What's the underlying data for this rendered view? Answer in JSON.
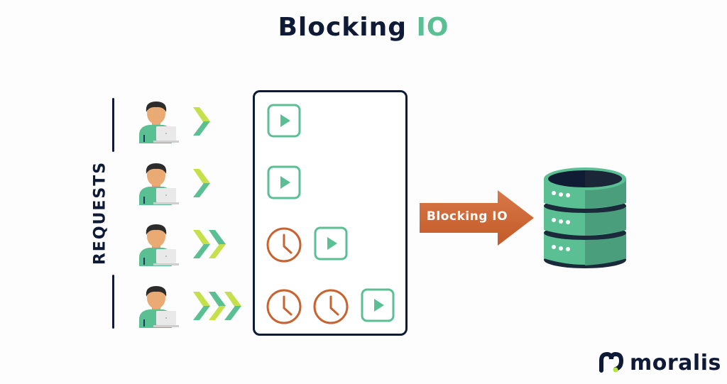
{
  "title": {
    "main": "Blocking",
    "accent": "IO"
  },
  "requests_label": "REQUESTS",
  "requests": [
    {
      "chevrons": 1,
      "waits": 0
    },
    {
      "chevrons": 1,
      "waits": 0
    },
    {
      "chevrons": 2,
      "waits": 1
    },
    {
      "chevrons": 3,
      "waits": 2
    }
  ],
  "arrow_label": "Blocking IO",
  "logo": {
    "text": "moralis"
  },
  "colors": {
    "navy": "#0e1a36",
    "green": "#5bbf94",
    "lime": "#c5e04b",
    "orange": "#c8622e",
    "db_green": "#5bbf94"
  },
  "icons": {
    "user": "user-with-laptop-icon",
    "chevron": "chevron-right-icon",
    "play": "play-icon",
    "clock": "clock-icon",
    "database": "database-icon"
  }
}
